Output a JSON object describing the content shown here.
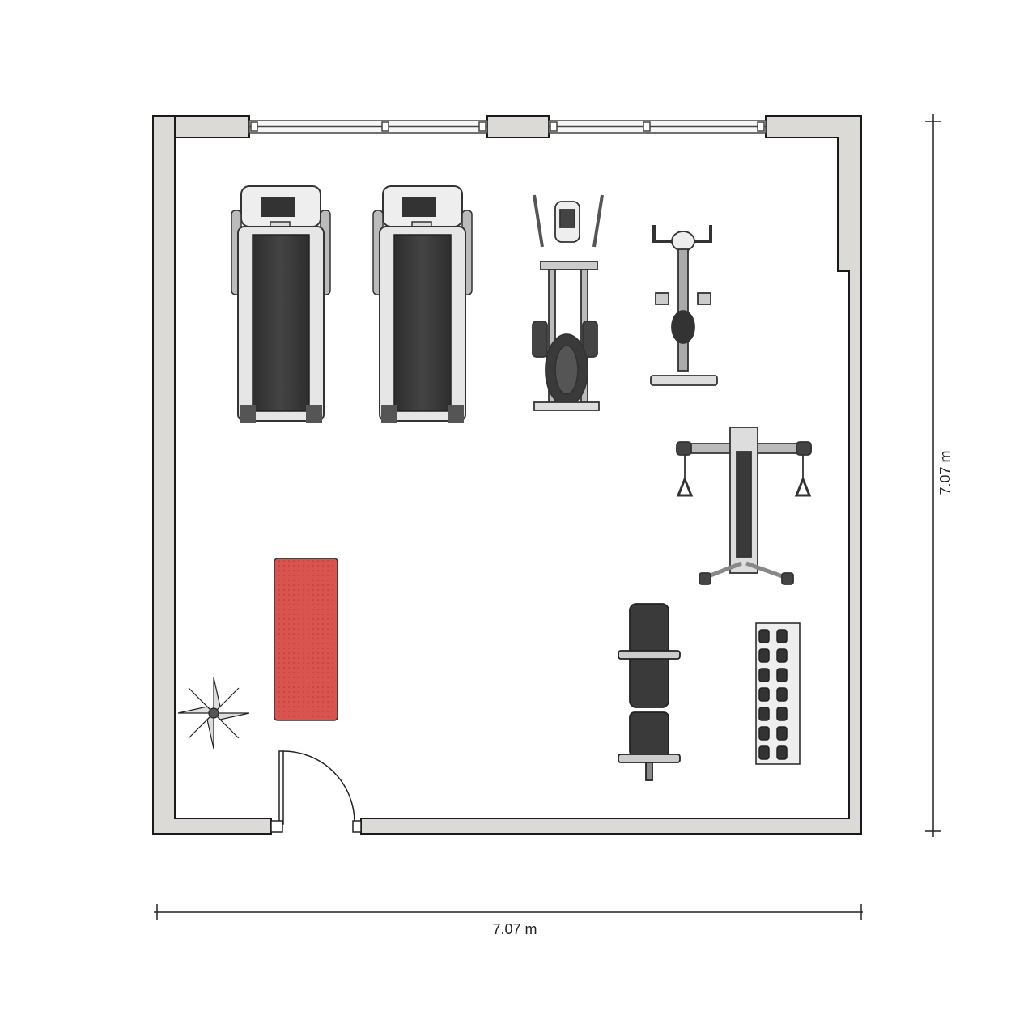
{
  "dimensions": {
    "width_label": "7.07 m",
    "height_label": "7.07 m"
  },
  "colors": {
    "wall_fill": "#dcdad6",
    "wall_stroke": "#1a1a1a",
    "equipment_dark": "#3a3a3a",
    "equipment_frame": "#9a9a9a",
    "mat_red": "#d9534f"
  },
  "room": {
    "equipment": [
      {
        "kind": "treadmill",
        "icon": "treadmill-icon"
      },
      {
        "kind": "treadmill",
        "icon": "treadmill-icon"
      },
      {
        "kind": "elliptical-trainer",
        "icon": "elliptical-icon"
      },
      {
        "kind": "exercise-bike",
        "icon": "exercise-bike-icon"
      },
      {
        "kind": "cable-machine",
        "icon": "cable-machine-icon"
      },
      {
        "kind": "weight-bench",
        "icon": "weight-bench-icon"
      },
      {
        "kind": "dumbbell-rack",
        "icon": "dumbbell-rack-icon"
      },
      {
        "kind": "yoga-mat",
        "icon": "yoga-mat-icon"
      },
      {
        "kind": "potted-plant",
        "icon": "plant-icon"
      },
      {
        "kind": "door",
        "icon": "door-icon"
      },
      {
        "kind": "window",
        "icon": "window-icon"
      }
    ]
  }
}
